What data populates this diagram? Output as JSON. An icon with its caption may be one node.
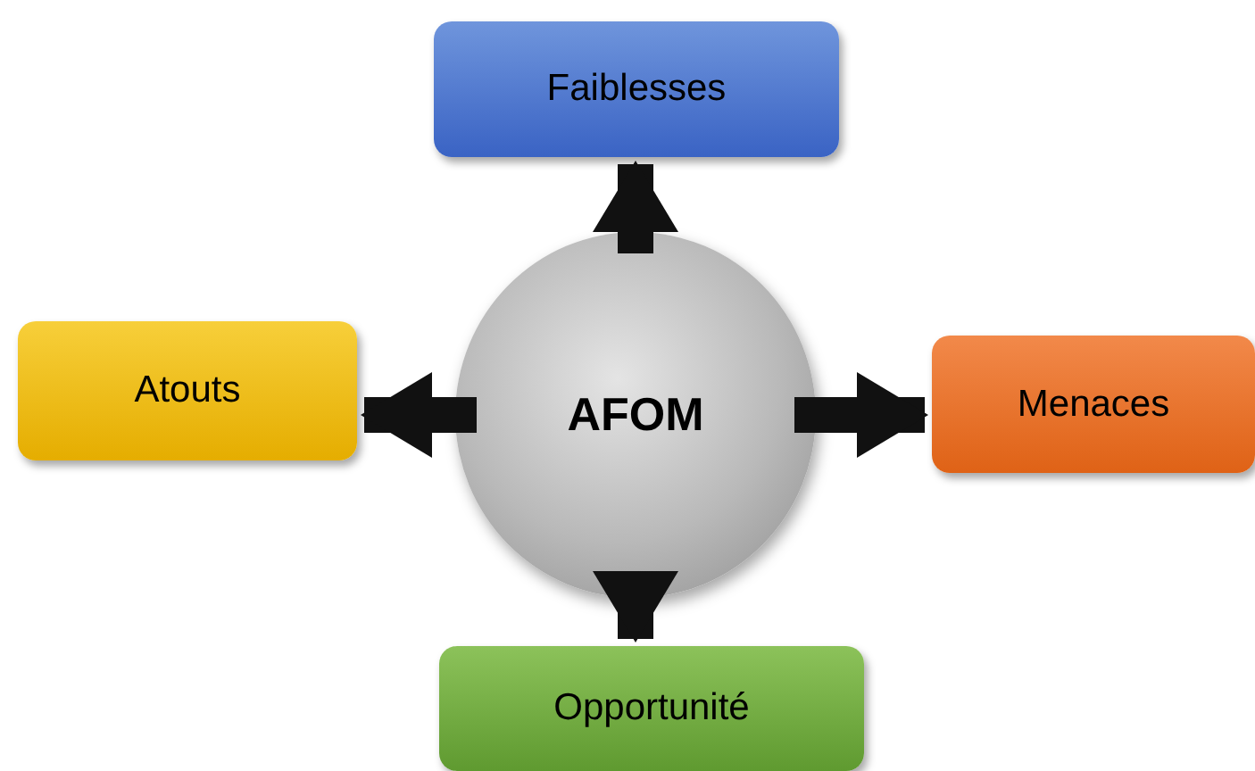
{
  "diagram": {
    "nodes": [
      {
        "text": [
          "AFOM"
        ]
      },
      {
        "text": [
          "Faiblesses"
        ]
      },
      {
        "text": [
          "Atouts"
        ]
      },
      {
        "text": [
          "Menaces"
        ]
      },
      {
        "text": [
          "Opportunité"
        ]
      }
    ],
    "edges": [
      {
        "from": 0,
        "to": 1,
        "arrow": "to"
      },
      {
        "from": 0,
        "to": 2,
        "arrow": "to"
      },
      {
        "from": 0,
        "to": 3,
        "arrow": "to"
      },
      {
        "from": 0,
        "to": 4,
        "arrow": "to"
      }
    ]
  }
}
